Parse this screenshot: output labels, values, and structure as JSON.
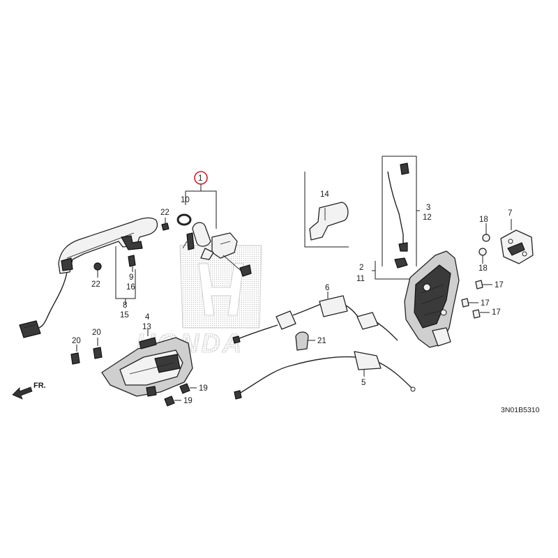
{
  "callouts": {
    "c1": "1",
    "c2": "2",
    "c3": "3",
    "c4": "4",
    "c5": "5",
    "c6": "6",
    "c7": "7",
    "c8": "8",
    "c9": "9",
    "c10": "10",
    "c11": "11",
    "c12": "12",
    "c13": "13",
    "c14": "14",
    "c15": "15",
    "c16": "16",
    "c17": "17",
    "c18": "18",
    "c19": "19",
    "c20": "20",
    "c21": "21",
    "c22": "22"
  },
  "direction_label": "FR.",
  "diagram_code": "3N01B5310",
  "watermark_text": "HONDA",
  "highlight_color": "#d0202a"
}
